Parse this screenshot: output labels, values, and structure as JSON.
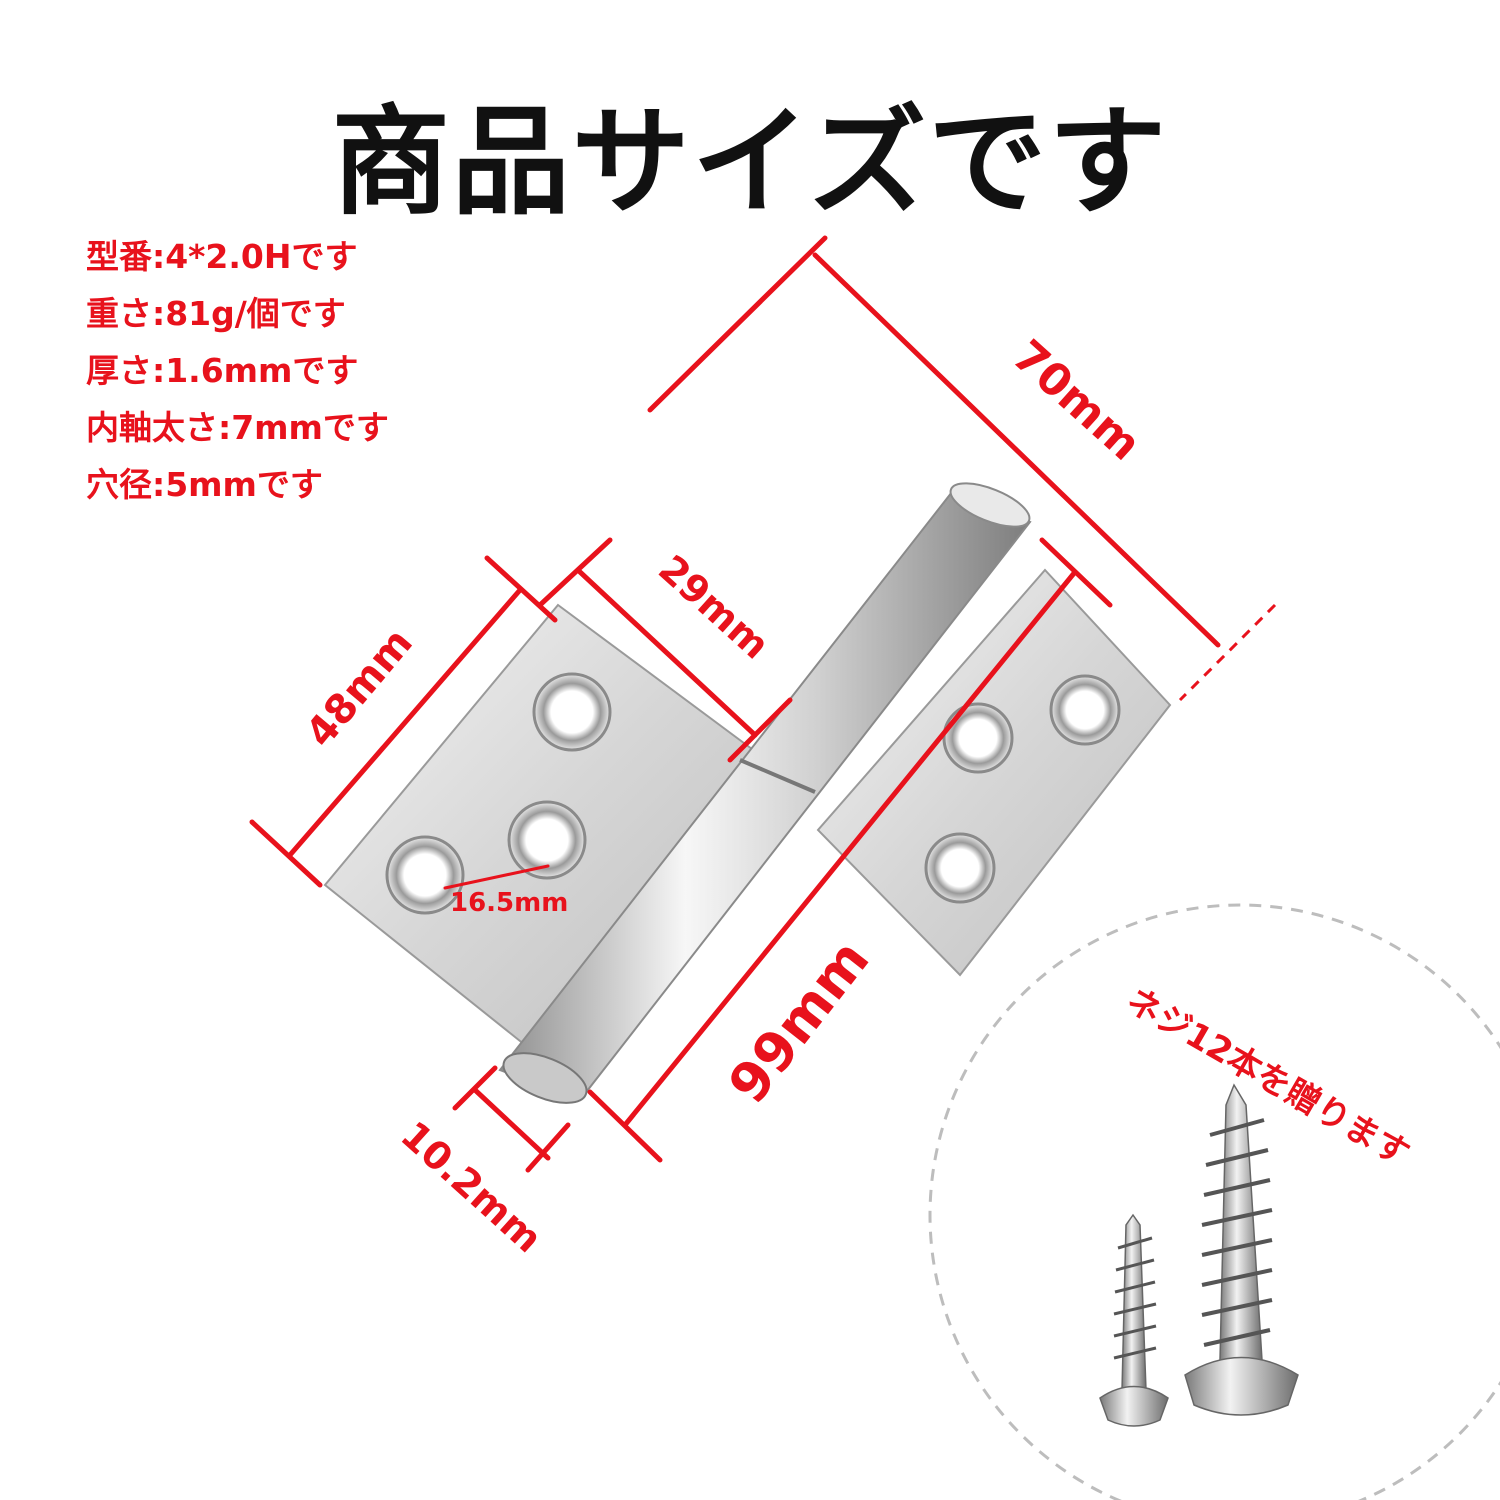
{
  "title": "商品サイズです",
  "specs": [
    "型番:4*2.0Hです",
    "重さ:81g/個です",
    "厚さ:1.6mmです",
    "内軸太さ:7mmです",
    "穴径:5mmです"
  ],
  "dimensions": {
    "top_length": "70mm",
    "leaf_width": "29mm",
    "leaf_height": "48mm",
    "hole_spacing": "16.5mm",
    "total_length": "99mm",
    "pin_diameter": "10.2mm"
  },
  "screws_note": "ネジ12本を贈ります",
  "colors": {
    "accent": "#e8121c",
    "title": "#111111",
    "dashed_circle": "#bdbdbd",
    "metal": "#d9d9d9"
  }
}
